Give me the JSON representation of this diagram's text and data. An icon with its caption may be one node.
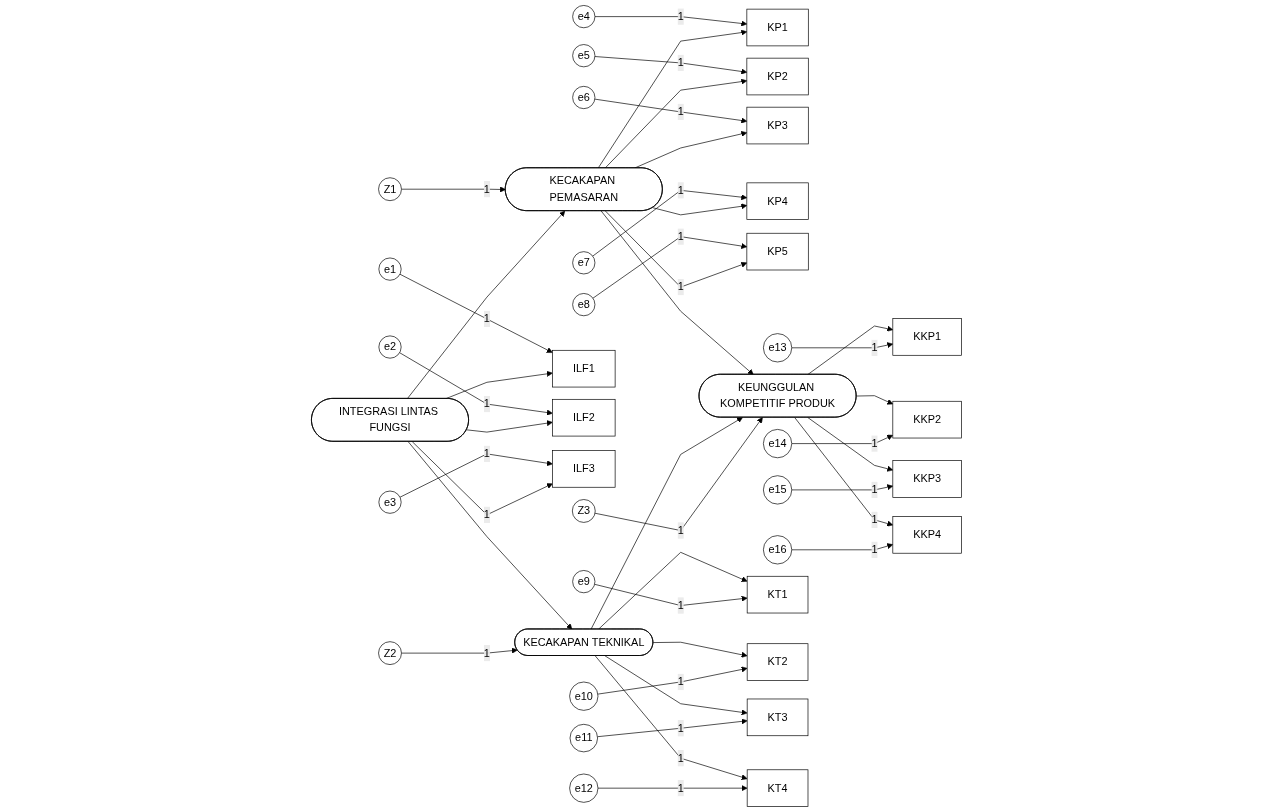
{
  "diagram": {
    "nodes": [
      {
        "text": [
          "e4"
        ]
      },
      {
        "text": [
          "e5"
        ]
      },
      {
        "text": [
          "e6"
        ]
      },
      {
        "text": [
          "e7"
        ]
      },
      {
        "text": [
          "e8"
        ]
      },
      {
        "text": [
          "KP1"
        ]
      },
      {
        "text": [
          "KP2"
        ]
      },
      {
        "text": [
          "KP3"
        ]
      },
      {
        "text": [
          "KP4"
        ]
      },
      {
        "text": [
          "KP5"
        ]
      },
      {
        "text": [
          "Z1"
        ]
      },
      {
        "text": [
          "KECAKAPAN PEMASARAN"
        ]
      },
      {
        "text": [
          "KKP1"
        ]
      },
      {
        "text": [
          "e13"
        ]
      },
      {
        "text": [
          "e1"
        ]
      },
      {
        "text": [
          "ILF1"
        ]
      },
      {
        "text": [
          "e2"
        ]
      },
      {
        "text": [
          "ILF2"
        ]
      },
      {
        "text": [
          "INTEGRASI LINTAS FUNGSI"
        ]
      },
      {
        "text": [
          "Z2"
        ]
      },
      {
        "text": [
          "KEUNGGULAN KOMPETITIF PRODUK"
        ]
      },
      {
        "text": [
          "KKP2"
        ]
      },
      {
        "text": [
          "e14"
        ]
      },
      {
        "text": [
          "e3"
        ]
      },
      {
        "text": [
          "ILF3"
        ]
      },
      {
        "text": [
          "KKP3"
        ]
      },
      {
        "text": [
          "e15"
        ]
      },
      {
        "text": [
          "KECAKAPAN TEKNIKAL"
        ]
      },
      {
        "text": [
          "Z3"
        ]
      },
      {
        "text": [
          "KKP4"
        ]
      },
      {
        "text": [
          "e16"
        ]
      },
      {
        "text": [
          "KT1"
        ]
      },
      {
        "text": [
          "KT2"
        ]
      },
      {
        "text": [
          "KT3"
        ]
      },
      {
        "text": [
          "KT4"
        ]
      },
      {
        "text": [
          "e9"
        ]
      },
      {
        "text": [
          "e10"
        ]
      },
      {
        "text": [
          "e11"
        ]
      },
      {
        "text": [
          "e12"
        ]
      }
    ],
    "edges": [
      {
        "from": 0,
        "to": 5,
        "arrow": "to",
        "label": "1"
      },
      {
        "from": 1,
        "to": 6,
        "arrow": "to",
        "label": "1"
      },
      {
        "from": 2,
        "to": 7,
        "arrow": "to",
        "label": "1"
      },
      {
        "from": 3,
        "to": 8,
        "arrow": "to",
        "label": "1"
      },
      {
        "from": 4,
        "to": 9,
        "arrow": "to",
        "label": "1"
      },
      {
        "from": 11,
        "to": 5,
        "arrow": "to"
      },
      {
        "from": 11,
        "to": 6,
        "arrow": "to"
      },
      {
        "from": 11,
        "to": 7,
        "arrow": "to"
      },
      {
        "from": 11,
        "to": 8,
        "arrow": "to"
      },
      {
        "from": 11,
        "to": 9,
        "arrow": "to",
        "label": "1"
      },
      {
        "from": 10,
        "to": 11,
        "arrow": "to",
        "label": "1"
      },
      {
        "from": 14,
        "to": 15,
        "arrow": "to",
        "label": "1"
      },
      {
        "from": 16,
        "to": 17,
        "arrow": "to",
        "label": "1"
      },
      {
        "from": 23,
        "to": 24,
        "arrow": "to",
        "label": "1"
      },
      {
        "from": 18,
        "to": 15,
        "arrow": "to"
      },
      {
        "from": 18,
        "to": 17,
        "arrow": "to"
      },
      {
        "from": 18,
        "to": 24,
        "arrow": "to",
        "label": "1"
      },
      {
        "from": 18,
        "to": 11,
        "arrow": "to"
      },
      {
        "from": 18,
        "to": 27,
        "arrow": "to"
      },
      {
        "from": 19,
        "to": 27,
        "arrow": "to",
        "label": "1"
      },
      {
        "from": 11,
        "to": 20,
        "arrow": "to"
      },
      {
        "from": 27,
        "to": 20,
        "arrow": "to"
      },
      {
        "from": 28,
        "to": 20,
        "arrow": "to",
        "label": "1"
      },
      {
        "from": 20,
        "to": 12,
        "arrow": "to"
      },
      {
        "from": 20,
        "to": 21,
        "arrow": "to"
      },
      {
        "from": 20,
        "to": 25,
        "arrow": "to"
      },
      {
        "from": 20,
        "to": 29,
        "arrow": "to",
        "label": "1"
      },
      {
        "from": 13,
        "to": 12,
        "arrow": "to",
        "label": "1"
      },
      {
        "from": 22,
        "to": 21,
        "arrow": "to",
        "label": "1"
      },
      {
        "from": 26,
        "to": 25,
        "arrow": "to",
        "label": "1"
      },
      {
        "from": 30,
        "to": 29,
        "arrow": "to",
        "label": "1"
      },
      {
        "from": 27,
        "to": 31,
        "arrow": "to"
      },
      {
        "from": 27,
        "to": 32,
        "arrow": "to"
      },
      {
        "from": 27,
        "to": 33,
        "arrow": "to"
      },
      {
        "from": 27,
        "to": 34,
        "arrow": "to",
        "label": "1"
      },
      {
        "from": 35,
        "to": 31,
        "arrow": "to",
        "label": "1"
      },
      {
        "from": 36,
        "to": 32,
        "arrow": "to",
        "label": "1"
      },
      {
        "from": 37,
        "to": 33,
        "arrow": "to",
        "label": "1"
      },
      {
        "from": 38,
        "to": 34,
        "arrow": "to",
        "label": "1"
      }
    ]
  }
}
